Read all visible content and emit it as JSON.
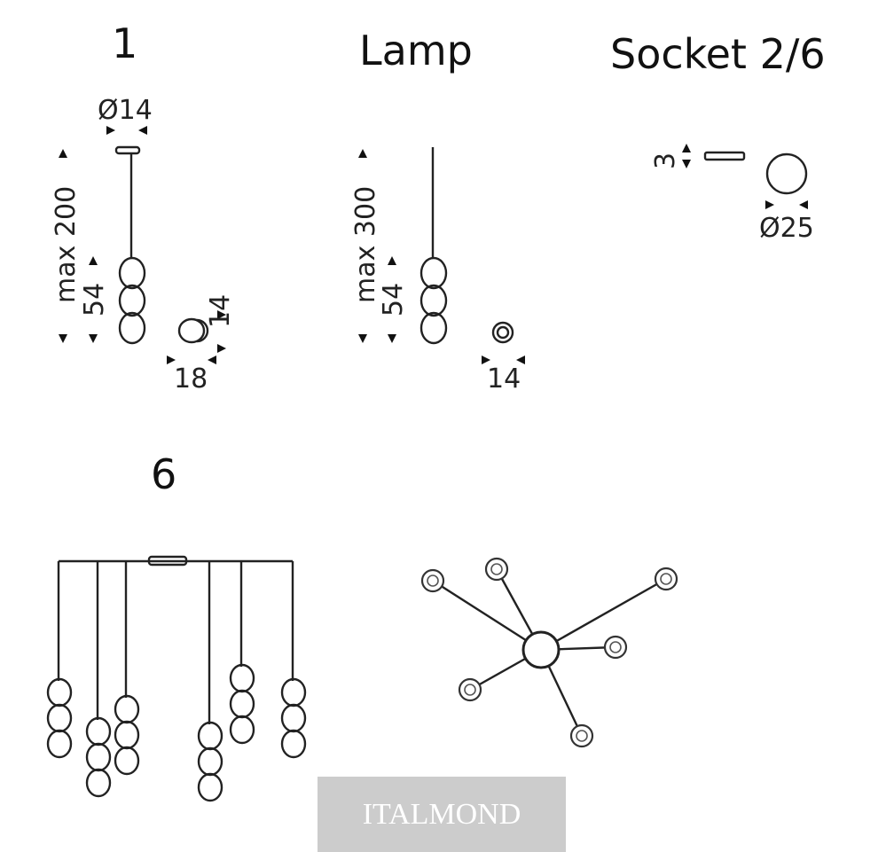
{
  "titles": {
    "single": "1",
    "lamp": "Lamp",
    "socket": "Socket 2/6",
    "six": "6"
  },
  "dims": {
    "single_canopy": "Ø14",
    "single_height": "max 200",
    "single_glass": "54",
    "single_top_w": "18",
    "single_top_h": "14",
    "lamp_height": "max 300",
    "lamp_glass": "54",
    "lamp_top": "14",
    "socket_thick": "3",
    "socket_dia": "Ø25"
  },
  "watermark": "ITALMOND",
  "colors": {
    "line": "#222222",
    "watermark_bg": "#cccccc",
    "watermark_text": "#ffffff"
  }
}
